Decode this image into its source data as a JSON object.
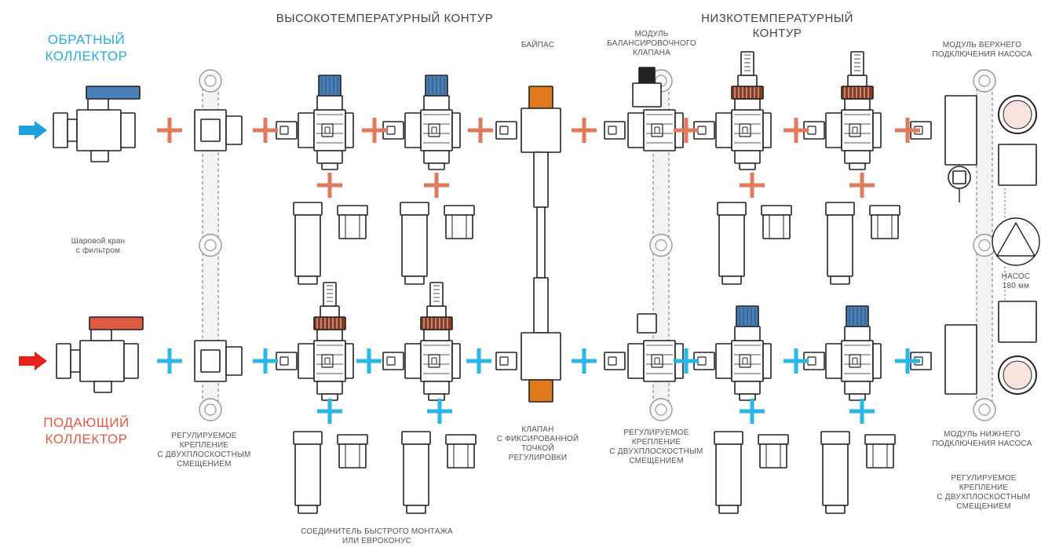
{
  "colors": {
    "return_accent": "#29aae1",
    "supply_accent": "#e05a43",
    "plus_return": "#e07a5f",
    "plus_supply": "#29b6e6",
    "arrow_return": "#1e9fe0",
    "arrow_supply": "#e8201c",
    "cap_blue": "#4a7fb5",
    "cap_orange": "#e0791b",
    "ring_dark": "#8a3a1e",
    "outline": "#222222"
  },
  "headers": {
    "high_temp": "ВЫСОКОТЕМПЕРАТУРНЫЙ КОНТУР",
    "low_temp_line1": "НИЗКОТЕМПЕРАТУРНЫЙ",
    "low_temp_line2": "КОНТУР"
  },
  "collectors": {
    "return_line1": "ОБРАТНЫЙ",
    "return_line2": "КОЛЛЕКТОР",
    "supply_line1": "ПОДАЮЩИЙ",
    "supply_line2": "КОЛЛЕКТОР"
  },
  "labels": {
    "bypass": "БАЙПАС",
    "balancing_module": [
      "МОДУЛЬ",
      "БАЛАНСИРОВОЧНОГО",
      "КЛАПАНА"
    ],
    "top_pump_module": [
      "МОДУЛЬ ВЕРХНЕГО",
      "ПОДКЛЮЧЕНИЯ НАСОСА"
    ],
    "ball_valve": [
      "Шаровой кран",
      "с фильтром"
    ],
    "pump": [
      "НАСОС",
      "180 мм"
    ],
    "adjustable_mount_left": [
      "РЕГУЛИРУЕМОЕ",
      "КРЕПЛЕНИЕ",
      "С ДВУХПЛОСКОСТНЫМ",
      "СМЕЩЕНИЕМ"
    ],
    "fixed_valve": [
      "КЛАПАН",
      "С ФИКСИРОВАННОЙ",
      "ТОЧКОЙ",
      "РЕГУЛИРОВКИ"
    ],
    "adjustable_mount_mid": [
      "РЕГУЛИРУЕМОЕ",
      "КРЕПЛЕНИЕ",
      "С ДВУХПЛОСКОСТНЫМ",
      "СМЕЩЕНИЕМ"
    ],
    "bottom_pump_module": [
      "МОДУЛЬ НИЖНЕГО",
      "ПОДКЛЮЧЕНИЯ НАСОСА"
    ],
    "adjustable_mount_right": [
      "РЕГУЛИРУЕМОЕ",
      "КРЕПЛЕНИЕ",
      "С ДВУХПЛОСКОСТНЫМ",
      "СМЕЩЕНИЕМ"
    ],
    "quick_connector": [
      "СОЕДИНИТЕЛЬ БЫСТРОГО МОНТАЖА",
      "ИЛИ ЕВРОКОНУС"
    ]
  }
}
